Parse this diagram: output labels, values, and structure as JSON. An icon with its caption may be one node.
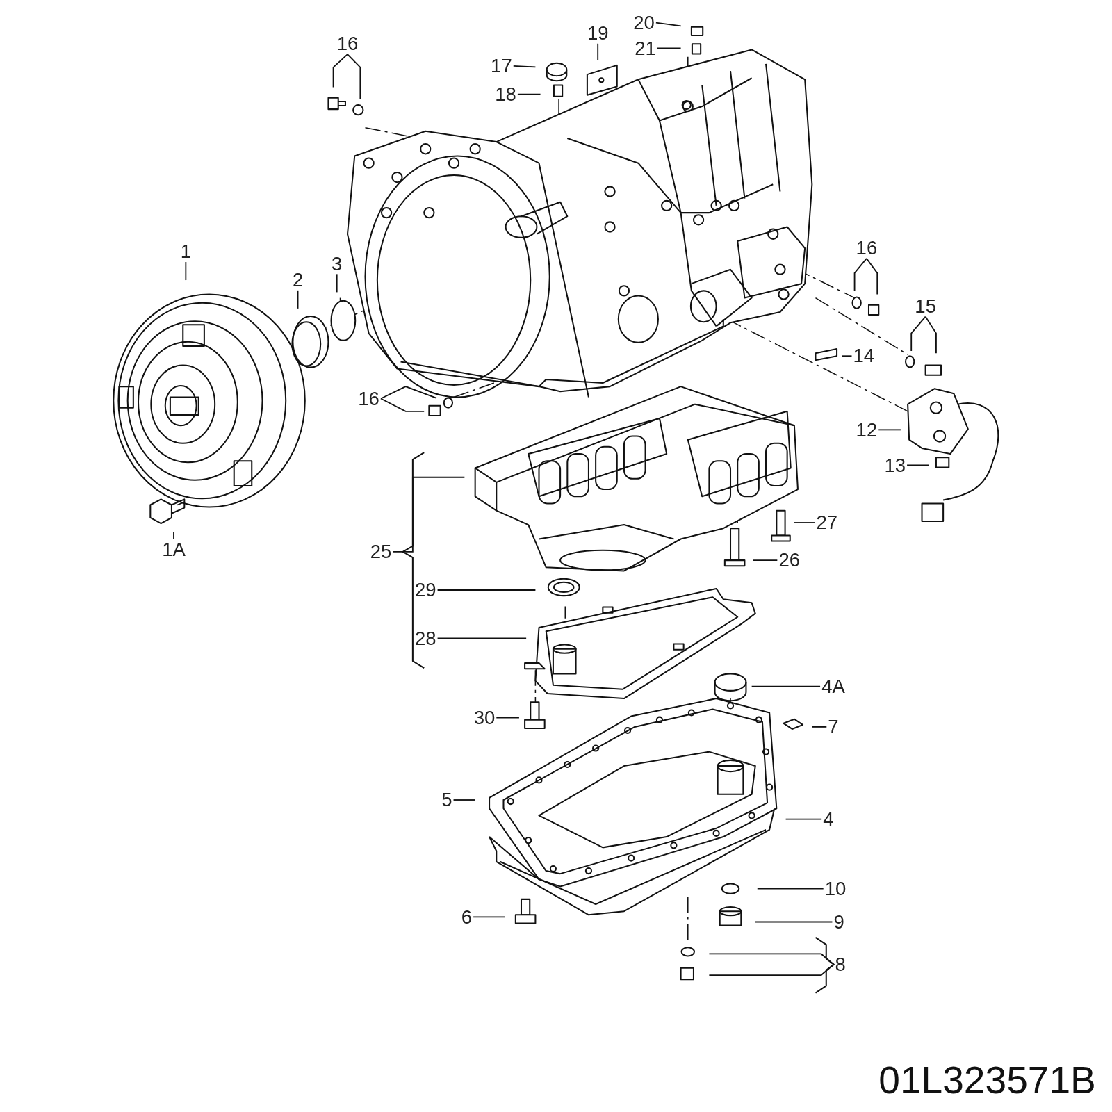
{
  "diagram": {
    "nodes": [
      {
        "text": [
          "20"
        ]
      },
      {
        "text": [
          "19"
        ]
      },
      {
        "text": [
          "16"
        ]
      },
      {
        "text": [
          "21"
        ]
      },
      {
        "text": [
          "17"
        ]
      },
      {
        "text": [
          "18"
        ]
      },
      {
        "text": [
          "16"
        ]
      },
      {
        "text": [
          "1"
        ]
      },
      {
        "text": [
          "3"
        ]
      },
      {
        "text": [
          "2"
        ]
      },
      {
        "text": [
          "15"
        ]
      },
      {
        "text": [
          "14"
        ]
      },
      {
        "text": [
          "16"
        ]
      },
      {
        "text": [
          "12"
        ]
      },
      {
        "text": [
          "13"
        ]
      },
      {
        "text": [
          "27"
        ]
      },
      {
        "text": [
          "1A"
        ]
      },
      {
        "text": [
          "25"
        ]
      },
      {
        "text": [
          "26"
        ]
      },
      {
        "text": [
          "29"
        ]
      },
      {
        "text": [
          "28"
        ]
      },
      {
        "text": [
          "4A"
        ]
      },
      {
        "text": [
          "30"
        ]
      },
      {
        "text": [
          "7"
        ]
      },
      {
        "text": [
          "5"
        ]
      },
      {
        "text": [
          "4"
        ]
      },
      {
        "text": [
          "10"
        ]
      },
      {
        "text": [
          "6"
        ]
      },
      {
        "text": [
          "9"
        ]
      },
      {
        "text": [
          "8"
        ]
      }
    ],
    "edges": [
      {
        "from": 0,
        "to": null,
        "arrow": "none"
      },
      {
        "from": 1,
        "to": null,
        "arrow": "none"
      },
      {
        "from": 2,
        "to": null,
        "arrow": "none"
      },
      {
        "from": 2,
        "to": null,
        "arrow": "none"
      },
      {
        "from": 3,
        "to": null,
        "arrow": "none"
      },
      {
        "from": 4,
        "to": null,
        "arrow": "none"
      },
      {
        "from": 5,
        "to": null,
        "arrow": "none"
      },
      {
        "from": 6,
        "to": null,
        "arrow": "none"
      },
      {
        "from": 6,
        "to": null,
        "arrow": "none"
      },
      {
        "from": 7,
        "to": null,
        "arrow": "none"
      },
      {
        "from": 8,
        "to": null,
        "arrow": "none"
      },
      {
        "from": 9,
        "to": null,
        "arrow": "none"
      },
      {
        "from": 10,
        "to": null,
        "arrow": "none"
      },
      {
        "from": 10,
        "to": null,
        "arrow": "none"
      },
      {
        "from": 11,
        "to": null,
        "arrow": "none"
      },
      {
        "from": 12,
        "to": null,
        "arrow": "none"
      },
      {
        "from": 12,
        "to": null,
        "arrow": "none"
      },
      {
        "from": 13,
        "to": null,
        "arrow": "none"
      },
      {
        "from": 14,
        "to": null,
        "arrow": "none"
      },
      {
        "from": 15,
        "to": null,
        "arrow": "none"
      },
      {
        "from": 16,
        "to": null,
        "arrow": "none"
      },
      {
        "from": 17,
        "to": null,
        "arrow": "none"
      },
      {
        "from": 18,
        "to": null,
        "arrow": "none"
      },
      {
        "from": 19,
        "to": null,
        "arrow": "none"
      },
      {
        "from": 20,
        "to": null,
        "arrow": "none"
      },
      {
        "from": 21,
        "to": null,
        "arrow": "none"
      },
      {
        "from": 22,
        "to": null,
        "arrow": "none"
      },
      {
        "from": 23,
        "to": null,
        "arrow": "none"
      },
      {
        "from": 24,
        "to": null,
        "arrow": "none"
      },
      {
        "from": 25,
        "to": null,
        "arrow": "none"
      },
      {
        "from": 26,
        "to": null,
        "arrow": "none"
      },
      {
        "from": 27,
        "to": null,
        "arrow": "none"
      },
      {
        "from": 28,
        "to": null,
        "arrow": "none"
      },
      {
        "from": 29,
        "to": null,
        "arrow": "none"
      },
      {
        "from": 29,
        "to": null,
        "arrow": "none"
      }
    ],
    "labels": [
      "01L323571B"
    ]
  }
}
